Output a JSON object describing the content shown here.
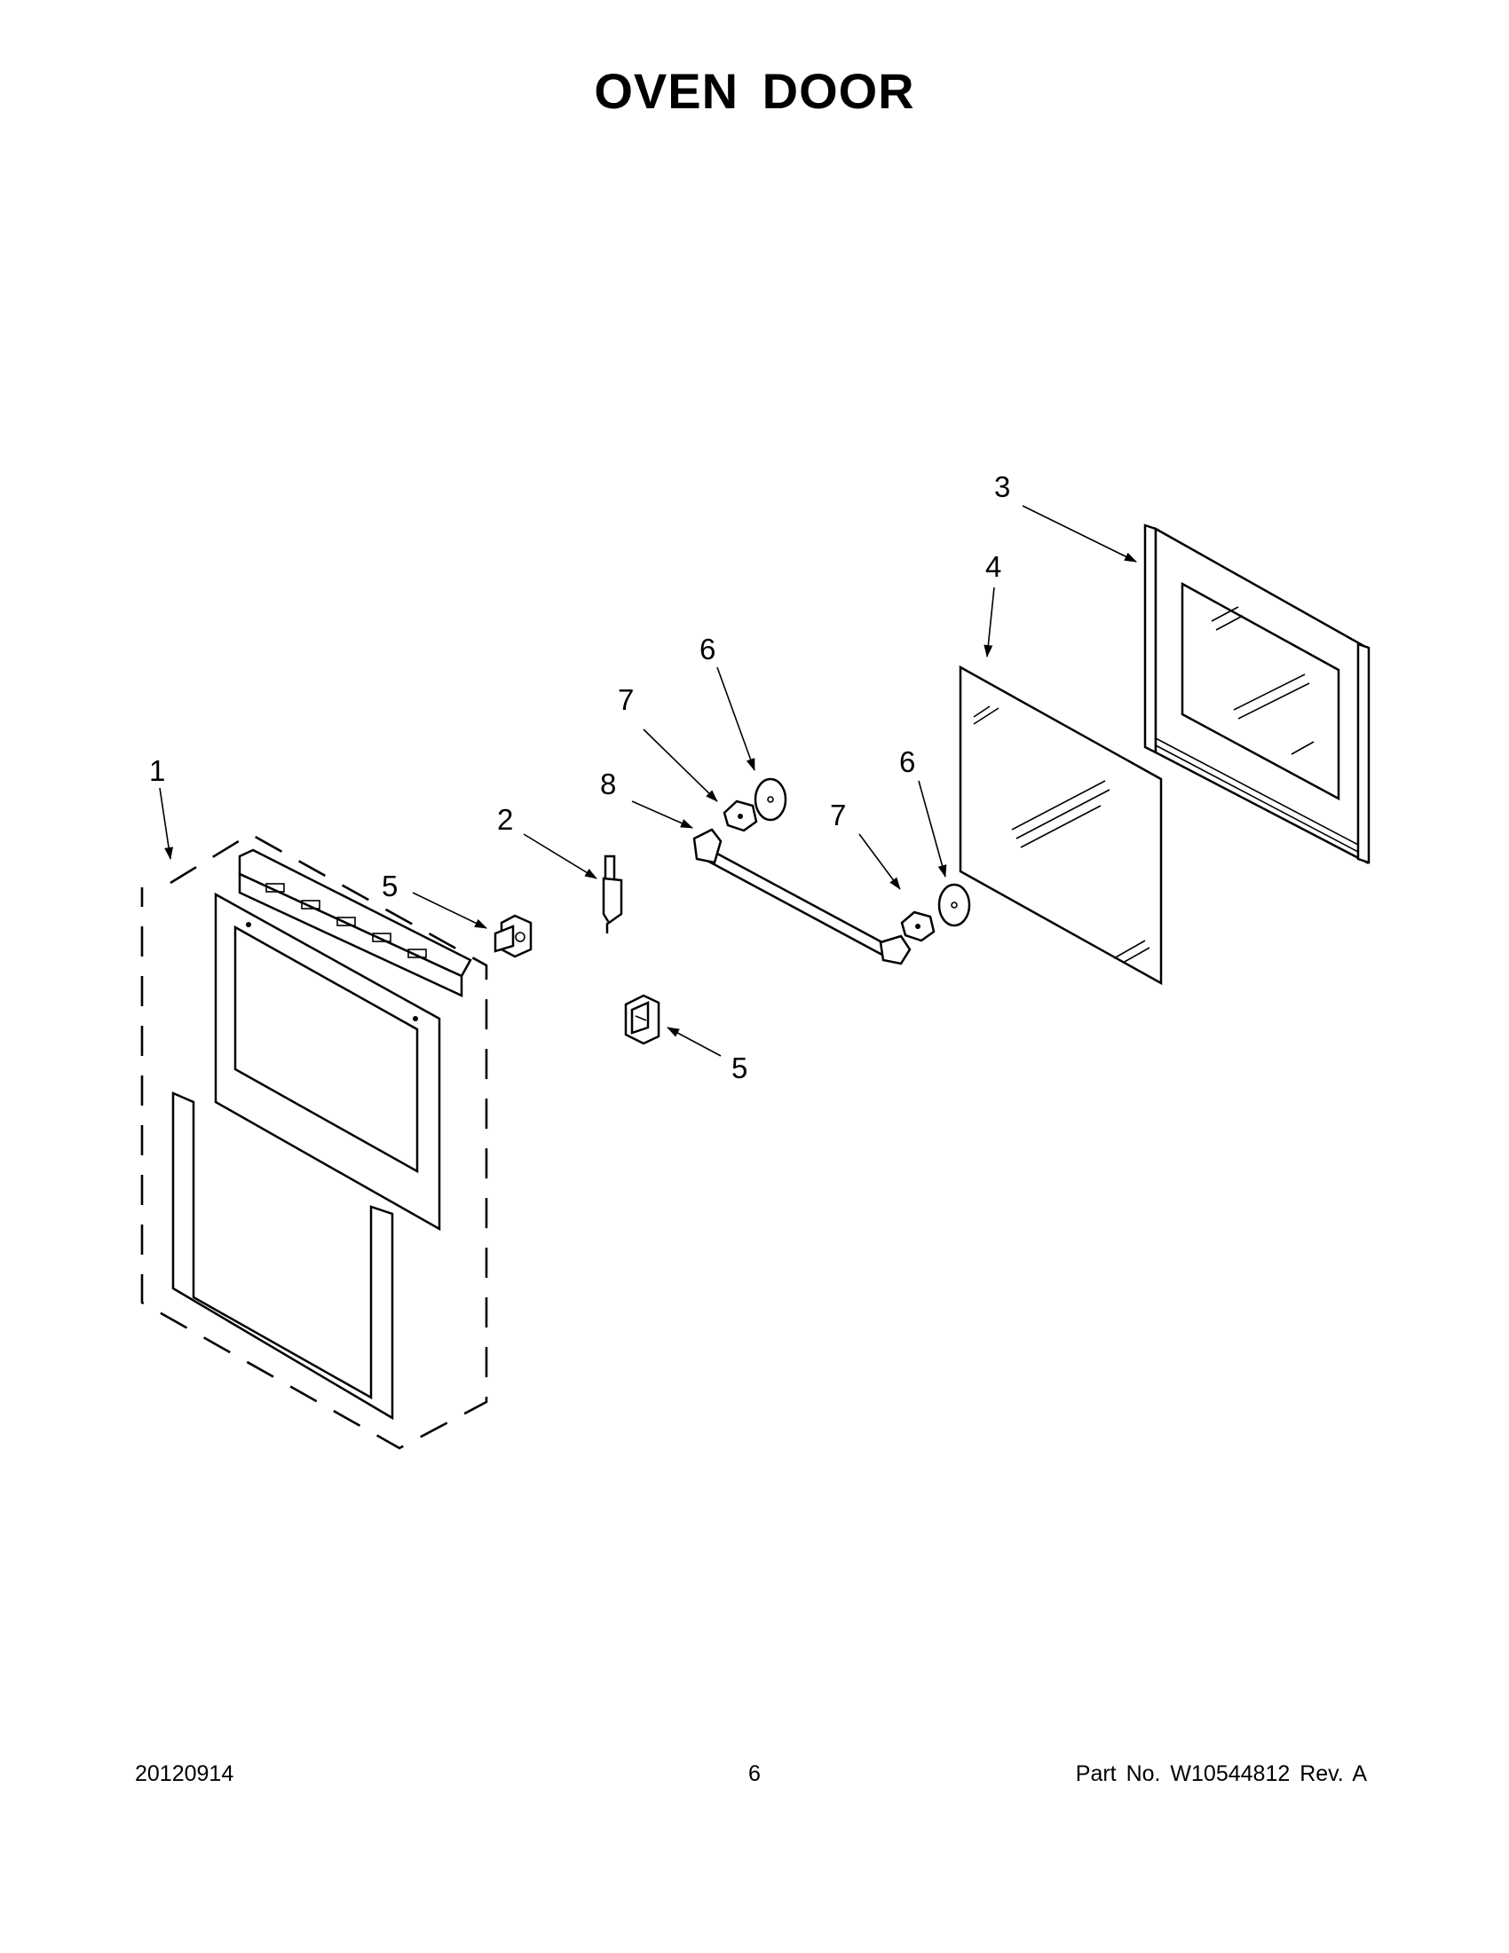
{
  "page": {
    "title": "OVEN DOOR",
    "footer_date": "20120914",
    "footer_page": "6",
    "footer_part": "Part No.  W10544812  Rev.  A"
  },
  "callouts": {
    "c1": "1",
    "c2": "2",
    "c3": "3",
    "c4": "4",
    "c5a": "5",
    "c5b": "5",
    "c6a": "6",
    "c6b": "6",
    "c7a": "7",
    "c7b": "7",
    "c8": "8"
  }
}
